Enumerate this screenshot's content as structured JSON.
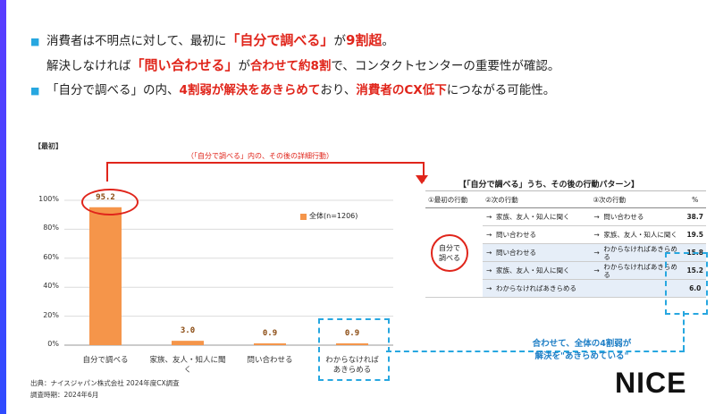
{
  "bullets": {
    "line1_pre": "消費者は不明点に対して、最初に",
    "line1_hl": "「自分で調べる」",
    "line1_mid": "が",
    "line1_hl2": "9割超",
    "line1_post": "。",
    "line2_pre": "解決しなければ",
    "line2_hl": "「問い合わせる」",
    "line2_mid": "が",
    "line2_hl2": "合わせて約8割",
    "line2_post": "で、コンタクトセンターの重要性が確認。",
    "line3_pre": "「自分で調べる」の内、",
    "line3_hl": "4割弱が解決をあきらめて",
    "line3_mid": "おり、",
    "line3_hl2": "消費者のCX低下",
    "line3_post": "につながる可能性。"
  },
  "chart_label": "【最初】",
  "callout_text": "（「自分で調べる」内の、その後の詳細行動）",
  "chart_data": {
    "type": "bar",
    "categories": [
      "自分で調べる",
      "家族、友人・知人に聞く",
      "問い合わせる",
      "わからなければ\nあきらめる"
    ],
    "series": [
      {
        "name": "全体(n=1206)",
        "values": [
          95.2,
          3.0,
          0.9,
          0.9
        ]
      }
    ],
    "data_labels": [
      "95.2",
      "3.0",
      "0.9",
      "0.9"
    ],
    "yticks": [
      "0%",
      "20%",
      "40%",
      "60%",
      "80%",
      "100%"
    ],
    "ylim": [
      0,
      100
    ],
    "bar_color": "#f5954a"
  },
  "pattern": {
    "title": "【「自分で調べる」うち、その後の行動パターン】",
    "headers": [
      "①最初の行動",
      "②次の行動",
      "③次の行動",
      "%"
    ],
    "first_action": "自分で\n調べる",
    "rows": [
      {
        "arrow2": "→",
        "step2": "家族、友人・知人に聞く",
        "arrow3": "→",
        "step3": "問い合わせる",
        "pct": "38.7"
      },
      {
        "arrow2": "→",
        "step2": "問い合わせる",
        "arrow3": "→",
        "step3": "家族、友人・知人に聞く",
        "pct": "19.5"
      },
      {
        "arrow2": "→",
        "step2": "問い合わせる",
        "arrow3": "→",
        "step3": "わからなければあきらめる",
        "pct": "15.8"
      },
      {
        "arrow2": "→",
        "step2": "家族、友人・知人に聞く",
        "arrow3": "→",
        "step3": "わからなければあきらめる",
        "pct": "15.2"
      },
      {
        "arrow2": "→",
        "step2": "わからなければあきらめる",
        "arrow3": "",
        "step3": "",
        "pct": "6.0"
      }
    ]
  },
  "note": {
    "line1": "合わせて、全体の4割弱が",
    "line2": "解決を\"あきらめている\""
  },
  "footer": {
    "source": "出典：ナイスジャパン株式会社 2024年度CX調査",
    "period": "調査時期：2024年6月"
  },
  "logo": "NICE",
  "colors": {
    "accent_red": "#e0251b",
    "accent_blue": "#27a7e0",
    "bar": "#f5954a"
  }
}
